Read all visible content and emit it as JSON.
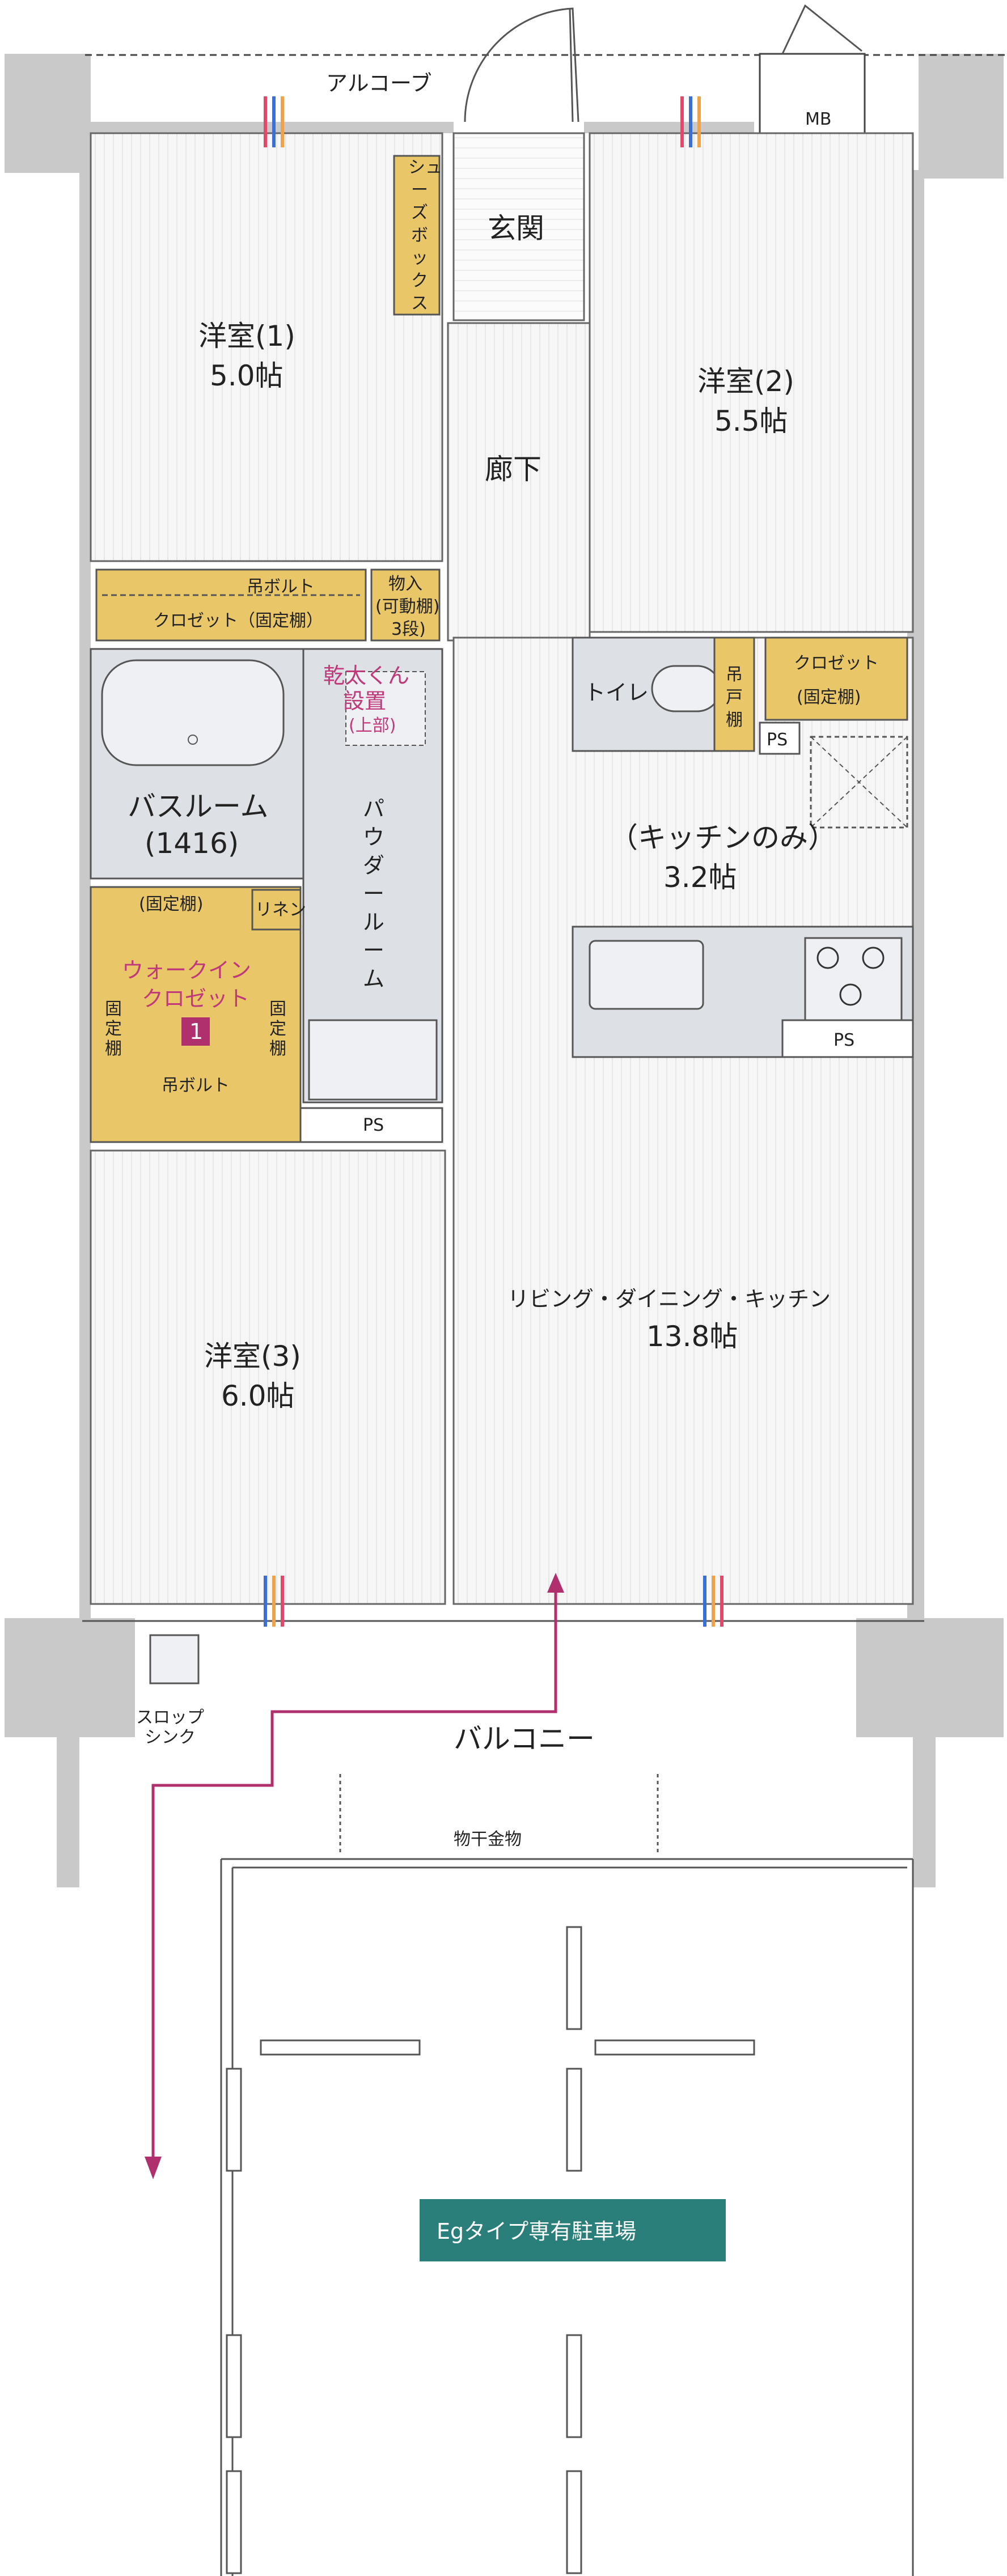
{
  "labels": {
    "alcove": "アルコーブ",
    "mb": "MB",
    "shoe_box": [
      "シュ",
      "ー",
      "ズ",
      "ボ",
      "ッ",
      "ク",
      "ス"
    ],
    "entrance": "玄関",
    "corridor": "廊下",
    "room1_name": "洋室(1)",
    "room1_size": "5.0帖",
    "room2_name": "洋室(2)",
    "room2_size": "5.5帖",
    "room3_name": "洋室(3)",
    "room3_size": "6.0帖",
    "closet_fixed": "クロゼット（固定棚）",
    "hanging_bolt": "吊ボルト",
    "storage_1": "物入",
    "storage_2": "(可動棚)",
    "storage_3": "3段)",
    "toilet": "トイレ",
    "toilet_shelf": [
      "吊",
      "戸",
      "棚"
    ],
    "closet_r_1": "クロゼット",
    "closet_r_2": "(固定棚)",
    "ps": "PS",
    "kitchen_only": "（キッチンのみ）",
    "kitchen_size": "3.2帖",
    "dryer_1": "乾太くん",
    "dryer_2": "設置",
    "dryer_3": "(上部)",
    "bathroom": "バスルーム",
    "bathroom_size": "(1416)",
    "powder_room": [
      "パ",
      "ウ",
      "ダ",
      "ー",
      "ル",
      "ー",
      "ム"
    ],
    "linen": "リネン",
    "fixed_shelf": "(固定棚)",
    "fixed_shelf_v": [
      "固",
      "定",
      "棚"
    ],
    "wic_1": "ウォークイン",
    "wic_2": "クロゼット",
    "wic_badge": "1",
    "hanging_bolt_wic": "吊ボルト",
    "ldk": "リビング・ダイニング・キッチン",
    "ldk_size": "13.8帖",
    "slop_sink_1": "スロップ",
    "slop_sink_2": "シンク",
    "balcony": "バルコニー",
    "laundry_rod": "物干金物",
    "parking": "Egタイプ専有駐車場"
  },
  "colors": {
    "accent_teal": "#2a7f7a",
    "route_magenta": "#b0306e",
    "closet_yellow": "#e9c667",
    "bath_gray": "#dde0e5",
    "wall_gray": "#c9c9c9",
    "vent_blue": "#3b6fd3",
    "vent_red": "#e04a6a",
    "vent_orange": "#f0a24a"
  }
}
